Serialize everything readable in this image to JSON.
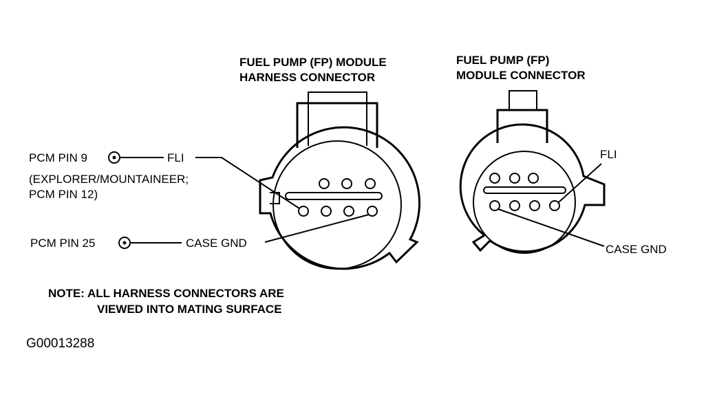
{
  "left_connector": {
    "title_line1": "FUEL PUMP (FP) MODULE",
    "title_line2": "HARNESS CONNECTOR",
    "pcm_pin9": "PCM PIN 9",
    "fli": "FLI",
    "explorer_line1": "(EXPLORER/MOUNTAINEER;",
    "explorer_line2": "PCM PIN 12)",
    "pcm_pin25": "PCM PIN 25",
    "case_gnd": "CASE GND"
  },
  "right_connector": {
    "title_line1": "FUEL PUMP (FP)",
    "title_line2": "MODULE CONNECTOR",
    "fli": "FLI",
    "case_gnd": "CASE GND"
  },
  "note": {
    "line1": "NOTE: ALL HARNESS CONNECTORS ARE",
    "line2": "VIEWED INTO MATING SURFACE"
  },
  "figure_code": "G00013288"
}
